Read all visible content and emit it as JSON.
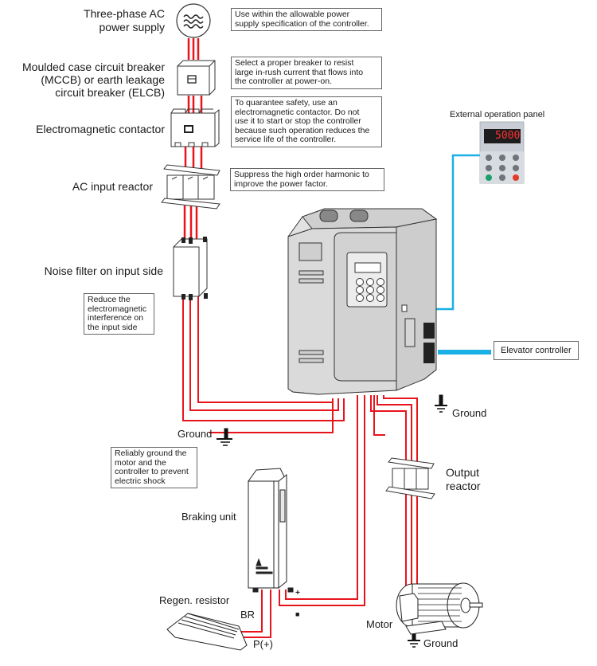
{
  "diagram": {
    "components": {
      "power_supply": {
        "label": [
          "Three-phase AC",
          "power supply"
        ]
      },
      "mccb": {
        "label": [
          "Moulded case circuit breaker",
          "(MCCB) or earth leakage",
          "circuit breaker (ELCB)"
        ]
      },
      "contactor": {
        "label": [
          "Electromagnetic contactor"
        ]
      },
      "ac_reactor": {
        "label": [
          "AC input reactor"
        ]
      },
      "noise_filter": {
        "label": [
          "Noise filter on input side"
        ]
      },
      "external_panel": {
        "label": "External operation panel",
        "display_value": "5000"
      },
      "elevator_controller": {
        "label": "Elevator controller"
      },
      "ground_right": {
        "label": "Ground"
      },
      "ground_left": {
        "label": "Ground"
      },
      "ground_motor": {
        "label": "Ground"
      },
      "output_reactor": {
        "label": [
          "Output",
          "reactor"
        ]
      },
      "braking_unit": {
        "label": "Braking unit"
      },
      "regen_resistor": {
        "label": "Regen. resistor"
      },
      "terminal_br": {
        "label": "BR"
      },
      "terminal_p": {
        "label": "P(+)"
      },
      "terminal_plus": {
        "label": "+"
      },
      "terminal_minus": {
        "label": "■"
      },
      "motor": {
        "label": "Motor"
      }
    },
    "notes": {
      "power_supply": [
        "Use within the allowable power",
        "supply specification of the controller."
      ],
      "mccb": [
        "Select a proper breaker to resist",
        "large in-rush current that flows into",
        "the controller at power-on."
      ],
      "contactor": [
        "To quarantee safety, use an",
        "electromagnetic contactor. Do not",
        "use it to start or stop the controller",
        "because such operation reduces the",
        "service life of the controller."
      ],
      "ac_reactor": [
        "Suppress the high order harmonic to",
        "improve the power factor."
      ],
      "noise_filter": [
        "Reduce the",
        "electromagnetic",
        "interference on",
        "the input side"
      ],
      "grounding": [
        "Reliably ground the",
        "motor and the",
        "controller to prevent",
        "electric shock"
      ]
    },
    "colors": {
      "power_wire": "#e8141c",
      "signal_wire": "#1ab0e6",
      "device_body": "#d9d9d9",
      "outline": "#222222"
    }
  }
}
